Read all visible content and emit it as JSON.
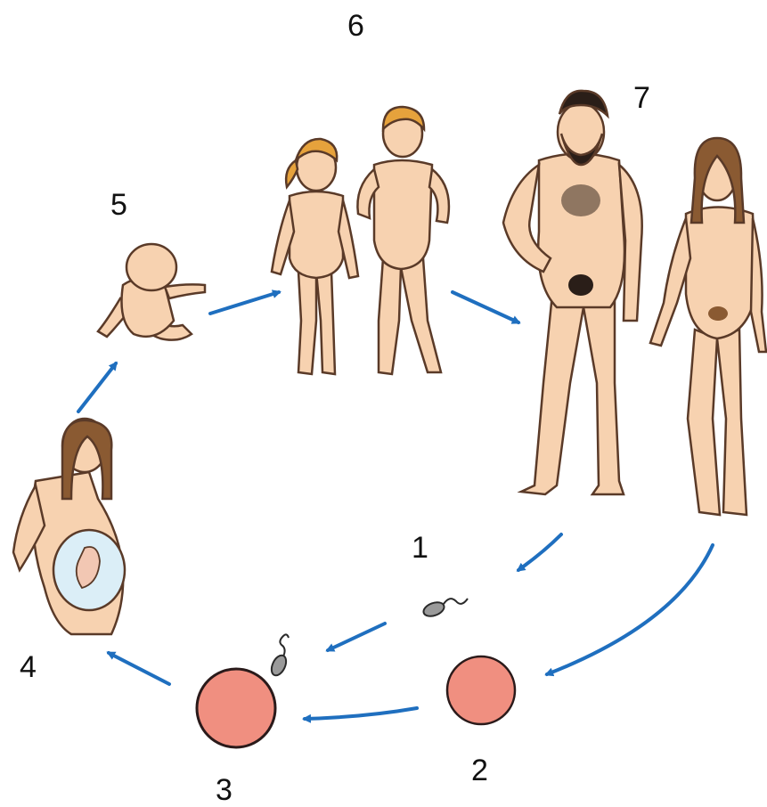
{
  "labels": {
    "stage_1": "1",
    "stage_2": "2",
    "stage_3": "3",
    "stage_4": "4",
    "stage_5": "5",
    "stage_6": "6",
    "stage_7": "7"
  },
  "colors": {
    "arrow": "#1f6fbf",
    "skin": "#f7d2b0",
    "skin_outline": "#5a3a28",
    "hair_blonde": "#e6a23c",
    "hair_brown": "#8a5a32",
    "hair_dark": "#2a1e18",
    "egg": "#f08f80",
    "egg_outline": "#2a1a1a",
    "sperm": "#9a9a9a",
    "womb": "#dbeef7"
  },
  "stages": [
    {
      "label_key": "stage_1",
      "depicts": "sperm"
    },
    {
      "label_key": "stage_2",
      "depicts": "egg"
    },
    {
      "label_key": "stage_3",
      "depicts": "fertilized-egg"
    },
    {
      "label_key": "stage_4",
      "depicts": "pregnant-woman"
    },
    {
      "label_key": "stage_5",
      "depicts": "baby"
    },
    {
      "label_key": "stage_6",
      "depicts": "children"
    },
    {
      "label_key": "stage_7",
      "depicts": "adults"
    }
  ]
}
